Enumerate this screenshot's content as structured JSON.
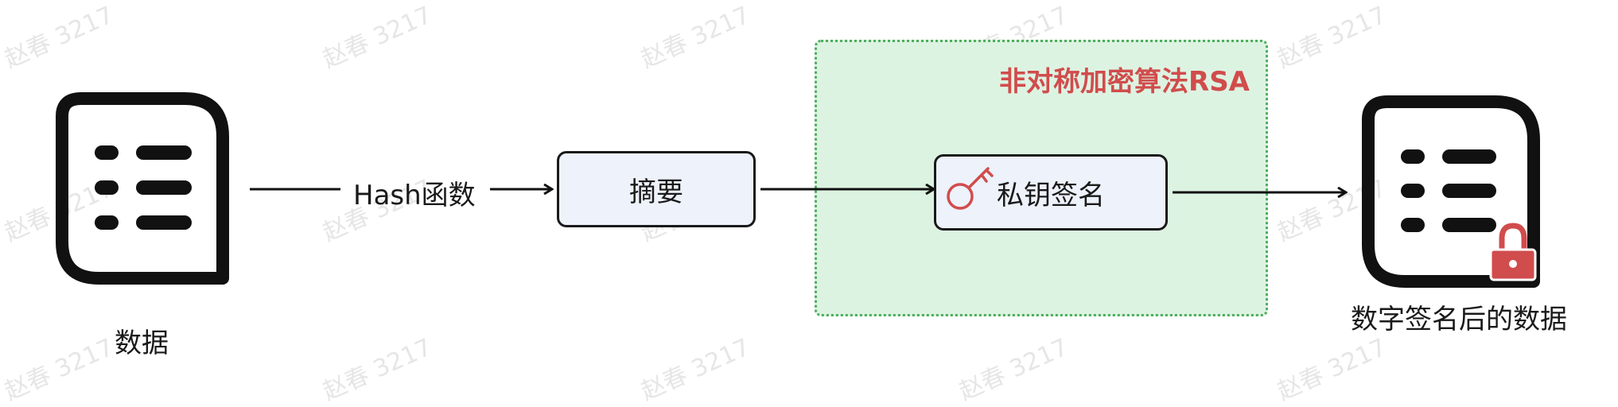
{
  "watermark": "赵春 3217",
  "nodes": {
    "source_label": "数据",
    "hash_label": "Hash函数",
    "digest": "摘要",
    "sign": "私钥签名",
    "output_label": "数字签名后的数据"
  },
  "region": {
    "title": "非对称加密算法RSA"
  },
  "colors": {
    "accent_red": "#d14c4c",
    "region_fill": "#ddf3e2",
    "region_border": "#4cae5b",
    "box_fill": "#edf2fb"
  },
  "icons": [
    "document-icon",
    "key-icon",
    "lock-icon",
    "arrow-icon"
  ]
}
